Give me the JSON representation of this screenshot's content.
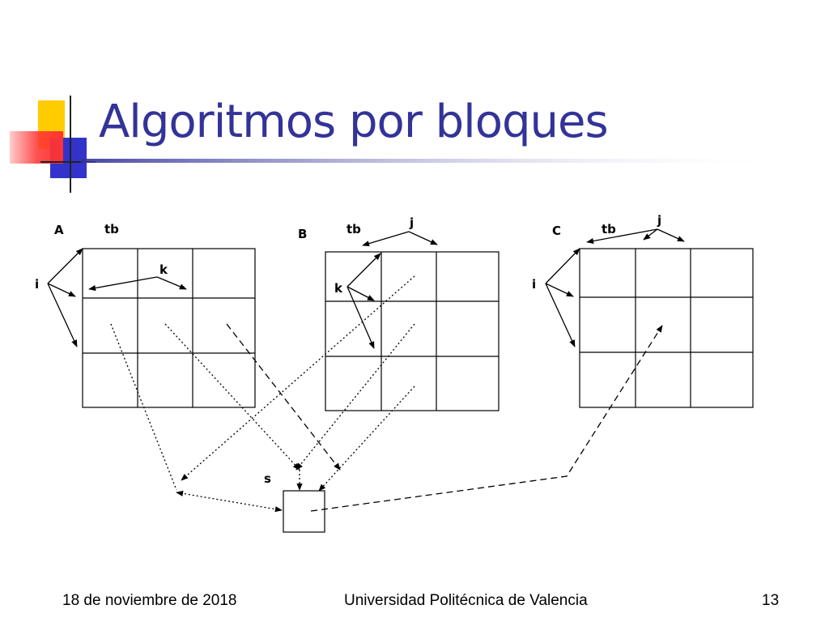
{
  "slide": {
    "title": "Algoritmos por bloques"
  },
  "diagram": {
    "matrices": [
      {
        "name": "A",
        "block_label": "tb",
        "row_index": "i",
        "col_index": "k"
      },
      {
        "name": "B",
        "block_label": "tb",
        "row_index": "k",
        "col_index": "j"
      },
      {
        "name": "C",
        "block_label": "tb",
        "row_index": "i",
        "col_index": "j"
      }
    ],
    "scalar_label": "s"
  },
  "footer": {
    "date": "18 de noviembre de 2018",
    "institution": "Universidad Politécnica de Valencia",
    "page": "13"
  },
  "colors": {
    "title": "#333399",
    "accent_yellow": "#FFCC00",
    "accent_red": "#FF3333",
    "accent_blue": "#3333CC"
  }
}
